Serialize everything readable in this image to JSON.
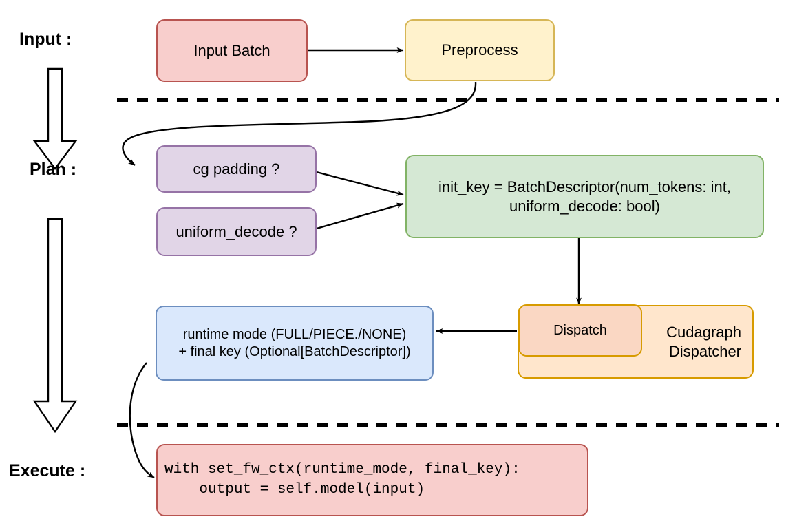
{
  "diagram": {
    "title_stages": [
      {
        "label": "Input :"
      },
      {
        "label": "Plan :"
      },
      {
        "label": "Execute :"
      }
    ],
    "nodes": {
      "input_batch": {
        "label": "Input Batch",
        "fill": "#f8cecc",
        "stroke": "#b85450"
      },
      "preprocess": {
        "label": "Preprocess",
        "fill": "#fff2cc",
        "stroke": "#d6b656"
      },
      "cg_padding": {
        "label": "cg padding ?",
        "fill": "#e1d5e7",
        "stroke": "#9673a6"
      },
      "uniform_decode": {
        "label": "uniform_decode ?",
        "fill": "#e1d5e7",
        "stroke": "#9673a6"
      },
      "init_key": {
        "line1": "init_key = BatchDescriptor(num_tokens: int,",
        "line2": "uniform_decode: bool)",
        "fill": "#d5e8d4",
        "stroke": "#82b366"
      },
      "dispatch": {
        "label": "Dispatch",
        "fill": "#fad7c3",
        "stroke": "#d79b00"
      },
      "cudagraph_dispatcher": {
        "line1": "Cudagraph",
        "line2": "Dispatcher",
        "fill": "#ffe6cc",
        "stroke": "#d79b00"
      },
      "runtime_mode": {
        "line1": "runtime mode (FULL/PIECE./NONE)",
        "line2": "+ final key (Optional[BatchDescriptor])",
        "fill": "#dae8fc",
        "stroke": "#6c8ebf"
      },
      "execute_code": {
        "line1": "with set_fw_ctx(runtime_mode, final_key):",
        "line2": "    output = self.model(input)",
        "fill": "#f8cecc",
        "stroke": "#b85450"
      }
    },
    "separators": {
      "stroke": "#000000",
      "style": "dashed",
      "count": 2
    },
    "arrows": {
      "stroke": "#000000",
      "flow_arrow_fill": "#ffffff",
      "flow_arrow_stroke": "#000000"
    }
  }
}
